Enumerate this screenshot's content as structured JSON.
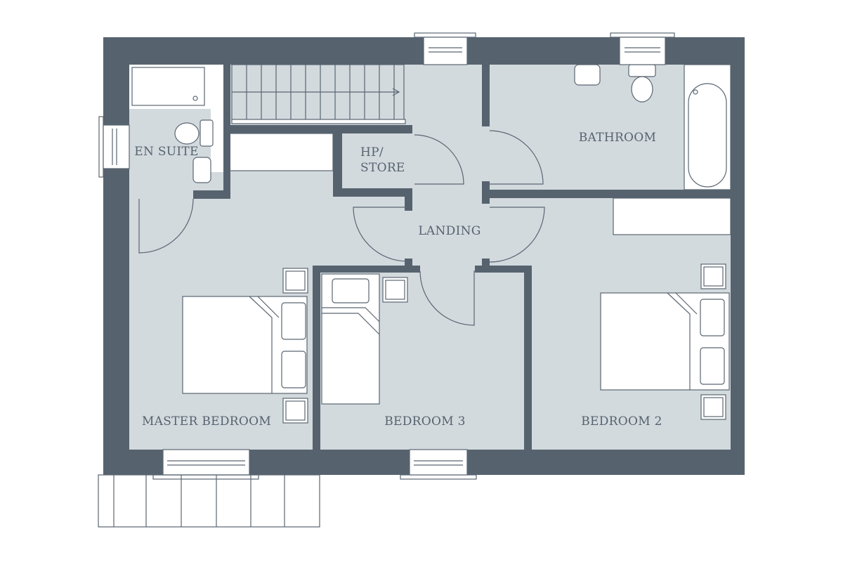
{
  "plan": {
    "rooms": {
      "en_suite": "EN SUITE",
      "hp_store_line1": "HP/",
      "hp_store_line2": "STORE",
      "landing": "LANDING",
      "bathroom": "BATHROOM",
      "master_bedroom": "MASTER BEDROOM",
      "bedroom_3": "BEDROOM 3",
      "bedroom_2": "BEDROOM 2"
    },
    "colors": {
      "wall": "#56636f",
      "floor": "#d3dade",
      "line": "#5a6672"
    }
  }
}
